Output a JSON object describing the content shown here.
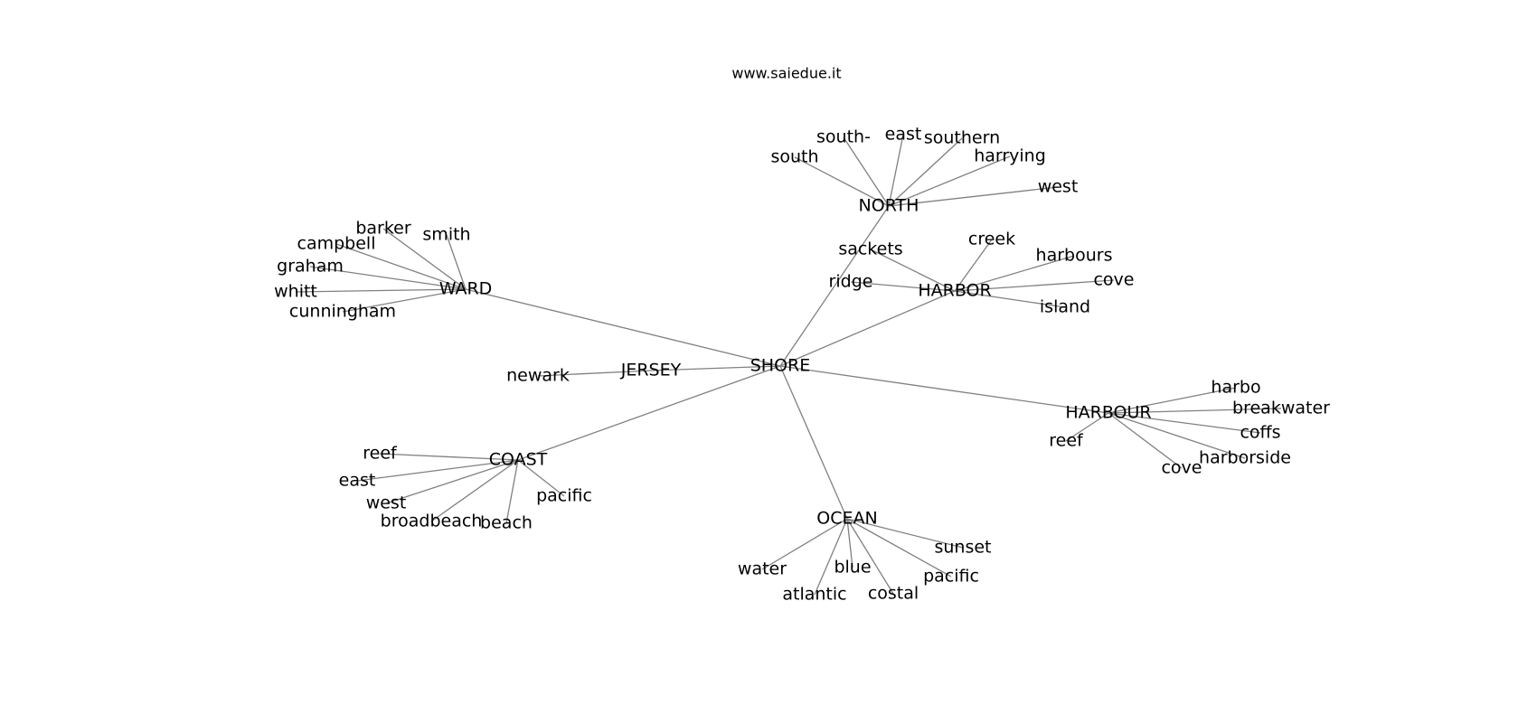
{
  "header": {
    "site": "www.saiedue.it"
  },
  "graph": {
    "root": "SHORE",
    "hubs": [
      {
        "id": "NORTH",
        "label": "NORTH",
        "leaves": [
          "south",
          "south-",
          "east",
          "southern",
          "harrying",
          "west"
        ]
      },
      {
        "id": "WARD",
        "label": "WARD",
        "leaves": [
          "barker",
          "smith",
          "campbell",
          "graham",
          "whitt",
          "cunningham"
        ]
      },
      {
        "id": "HARBOR",
        "label": "HARBOR",
        "leaves": [
          "sackets",
          "creek",
          "harbours",
          "ridge",
          "cove",
          "island"
        ]
      },
      {
        "id": "JERSEY",
        "label": "JERSEY",
        "leaves": [
          "newark"
        ]
      },
      {
        "id": "HARBOUR",
        "label": "HARBOUR",
        "leaves": [
          "harbo",
          "breakwater",
          "reef",
          "coffs",
          "harborside",
          "cove"
        ]
      },
      {
        "id": "COAST",
        "label": "COAST",
        "leaves": [
          "reef",
          "east",
          "west",
          "broadbeach",
          "beach",
          "pacific"
        ]
      },
      {
        "id": "OCEAN",
        "label": "OCEAN",
        "leaves": [
          "sunset",
          "water",
          "blue",
          "pacific",
          "atlantic",
          "costal"
        ]
      }
    ]
  }
}
